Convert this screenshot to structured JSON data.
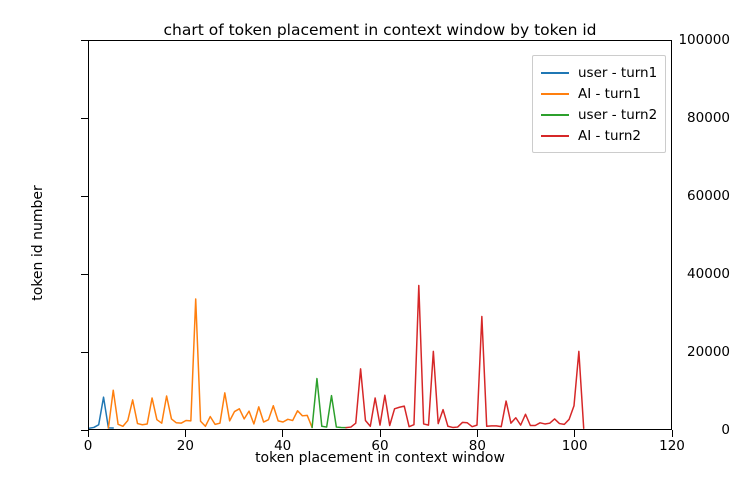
{
  "chart_data": {
    "type": "line",
    "title": "chart of token placement in context window by token id",
    "xlabel": "token placement in context window",
    "ylabel": "token id number",
    "xlim": [
      0,
      120
    ],
    "ylim": [
      0,
      100000
    ],
    "xticks": [
      0,
      20,
      40,
      60,
      80,
      100,
      120
    ],
    "yticks": [
      0,
      20000,
      40000,
      60000,
      80000,
      100000
    ],
    "grid": false,
    "legend_position": "upper right",
    "series": [
      {
        "name": "user - turn1",
        "color": "#1f77b4",
        "x": [
          0,
          1,
          2,
          3,
          4,
          5
        ],
        "values": [
          200,
          400,
          1100,
          8200,
          300,
          250
        ]
      },
      {
        "name": "AI - turn1",
        "color": "#ff7f0e",
        "x": [
          4,
          5,
          6,
          7,
          8,
          9,
          10,
          11,
          12,
          13,
          14,
          15,
          16,
          17,
          18,
          19,
          20,
          21,
          22,
          23,
          24,
          25,
          26,
          27,
          28,
          29,
          30,
          31,
          32,
          33,
          34,
          35,
          36,
          37,
          38,
          39,
          40,
          41,
          42,
          43,
          44,
          45,
          46
        ],
        "values": [
          250,
          10000,
          1200,
          700,
          2200,
          7500,
          1400,
          1100,
          1300,
          8000,
          2400,
          1500,
          8500,
          2600,
          1600,
          1500,
          2200,
          2100,
          33500,
          2000,
          700,
          3200,
          1200,
          1500,
          9300,
          2100,
          4500,
          5200,
          2600,
          4600,
          1300,
          5700,
          1800,
          2400,
          6000,
          2100,
          1800,
          2500,
          2200,
          4700,
          3400,
          3500,
          400
        ]
      },
      {
        "name": "user - turn2",
        "color": "#2ca02c",
        "x": [
          46,
          47,
          48,
          49,
          50,
          51,
          52,
          53
        ],
        "values": [
          400,
          13000,
          700,
          500,
          8600,
          500,
          400,
          350
        ]
      },
      {
        "name": "AI - turn2",
        "color": "#d62728",
        "x": [
          53,
          54,
          55,
          56,
          57,
          58,
          59,
          60,
          61,
          62,
          63,
          64,
          65,
          66,
          67,
          68,
          69,
          70,
          71,
          72,
          73,
          74,
          75,
          76,
          77,
          78,
          79,
          80,
          81,
          82,
          83,
          84,
          85,
          86,
          87,
          88,
          89,
          90,
          91,
          92,
          93,
          94,
          95,
          96,
          97,
          98,
          99,
          100,
          101,
          102
        ],
        "values": [
          350,
          500,
          1500,
          15500,
          2200,
          700,
          8000,
          1000,
          8700,
          900,
          5200,
          5600,
          5900,
          600,
          1100,
          37000,
          1300,
          1000,
          20000,
          1400,
          5000,
          700,
          400,
          500,
          1700,
          1600,
          600,
          1000,
          29000,
          700,
          800,
          800,
          600,
          7200,
          1500,
          2900,
          1000,
          3800,
          900,
          900,
          1600,
          1300,
          1500,
          2600,
          1400,
          1200,
          2500,
          6000,
          20000,
          200
        ]
      }
    ]
  }
}
